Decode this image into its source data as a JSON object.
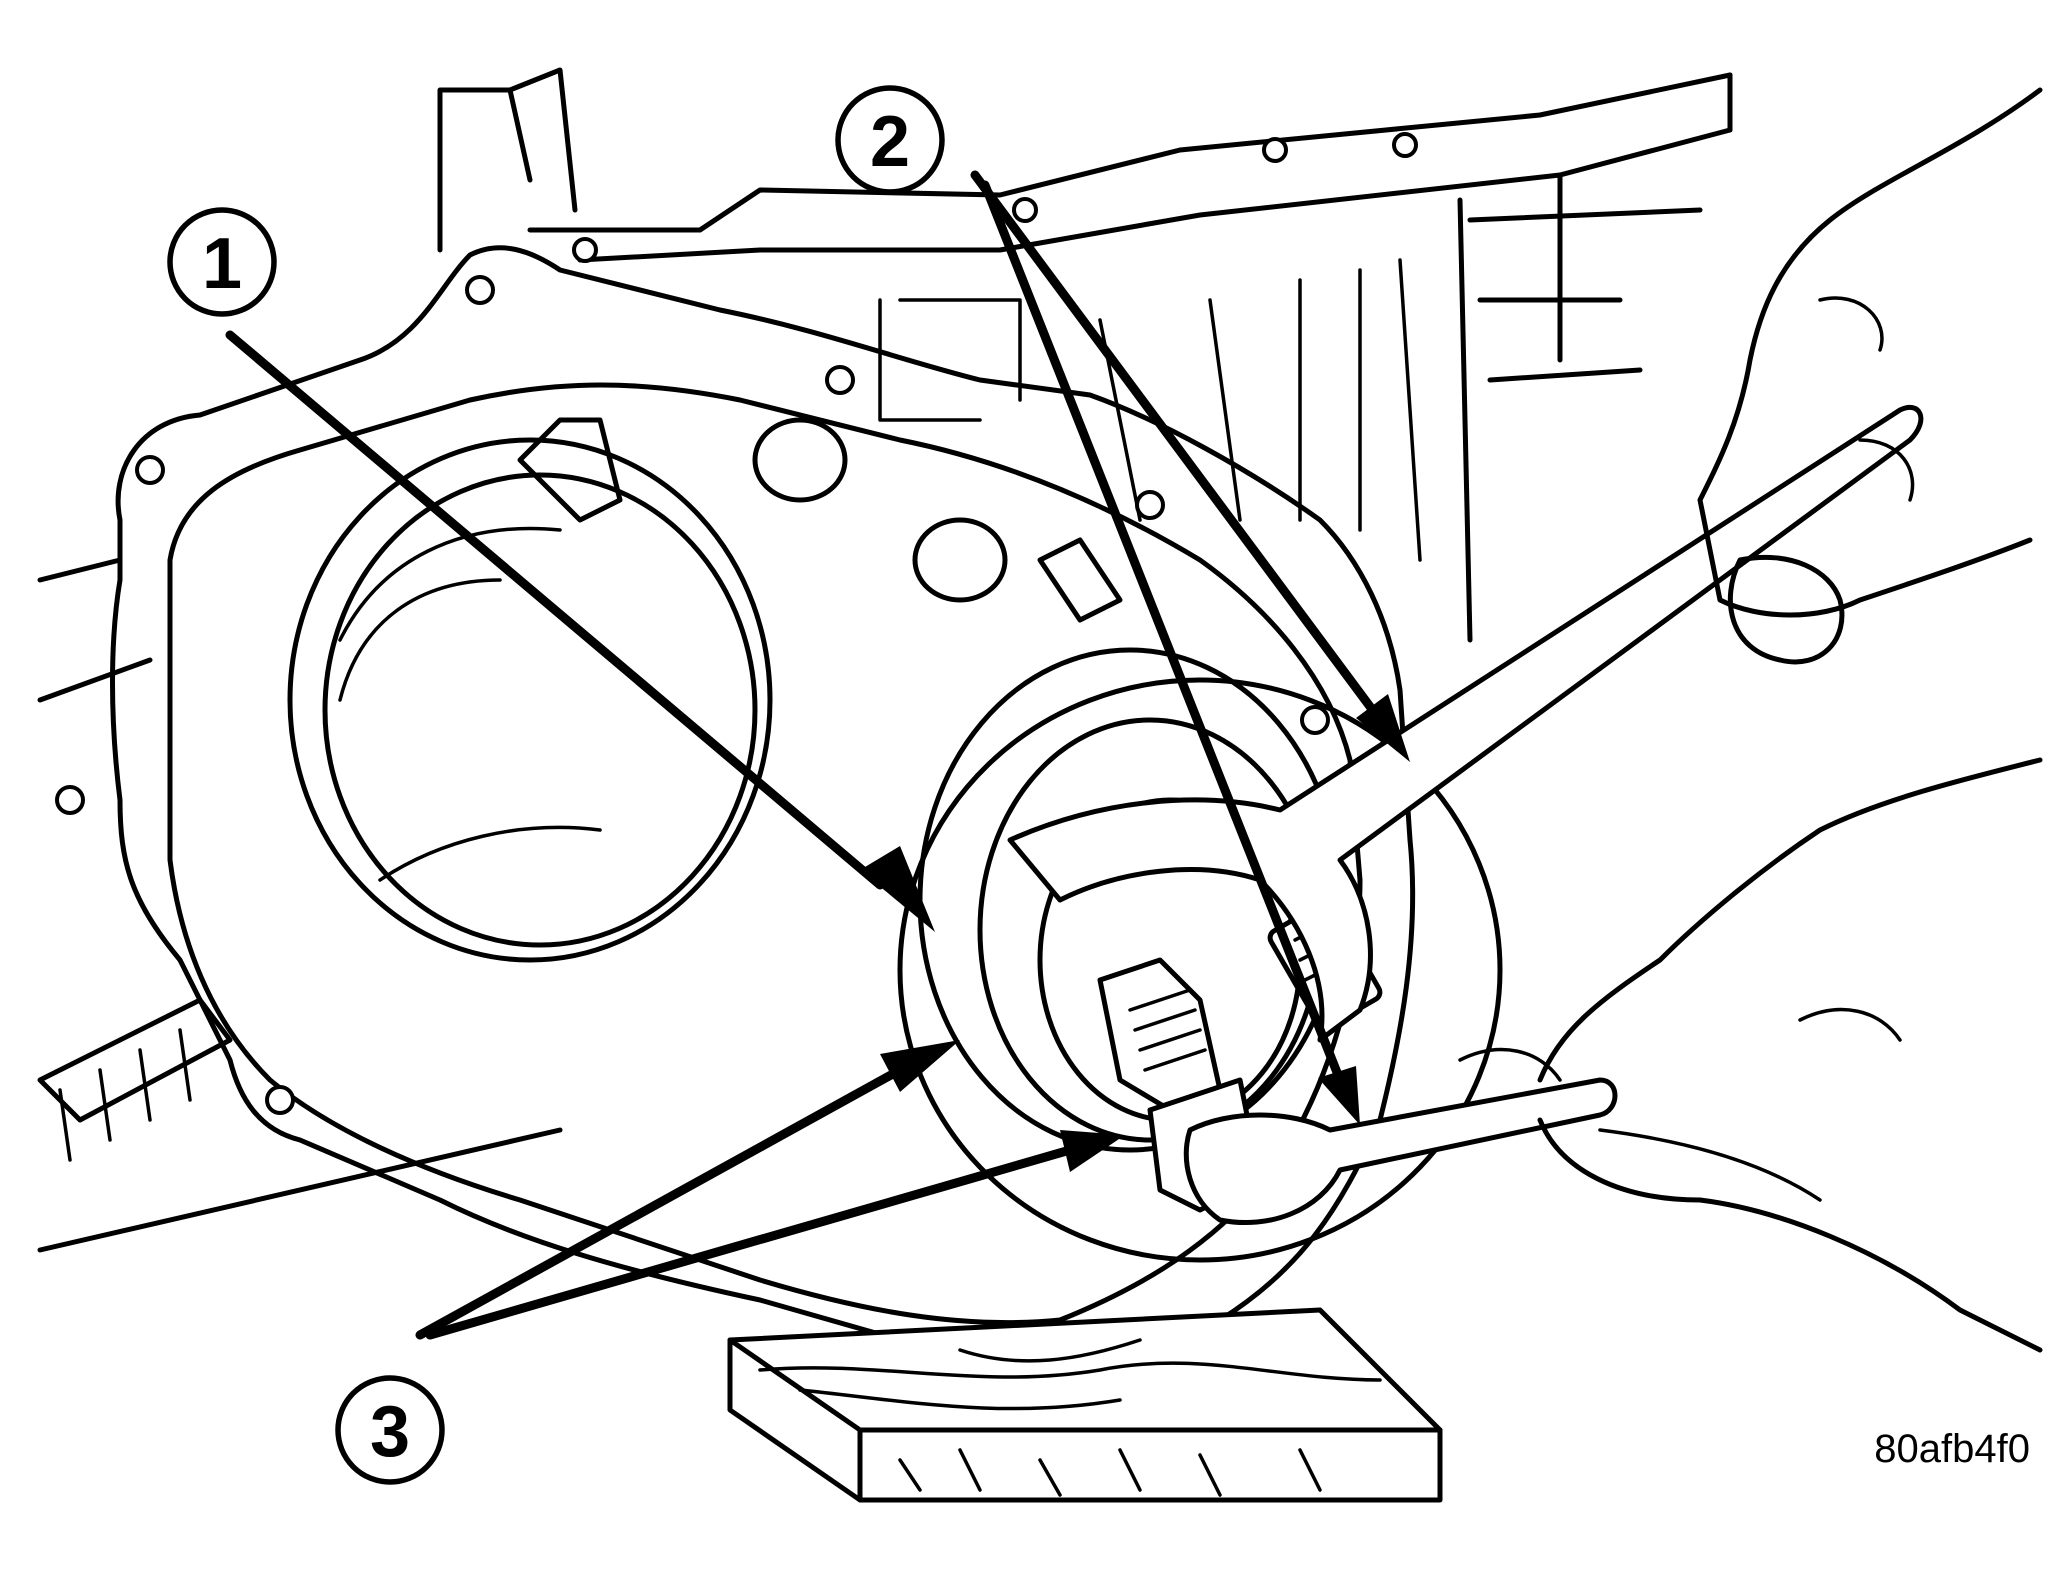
{
  "figure": {
    "id": "80afb4f0"
  },
  "callouts": [
    {
      "number": "1"
    },
    {
      "number": "2"
    },
    {
      "number": "3"
    }
  ]
}
